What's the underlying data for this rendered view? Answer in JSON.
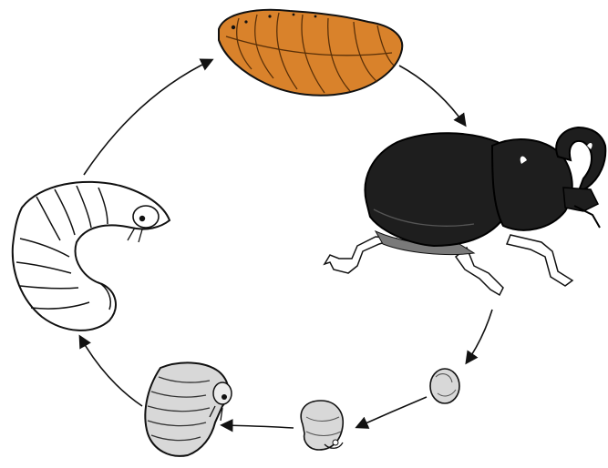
{
  "diagram": {
    "kind": "life-cycle",
    "stages": [
      {
        "id": "pupa",
        "icon": "pupa-icon"
      },
      {
        "id": "adult-beetle",
        "icon": "rhinoceros-beetle-icon"
      },
      {
        "id": "egg",
        "icon": "egg-icon"
      },
      {
        "id": "young-larva",
        "icon": "young-larva-icon"
      },
      {
        "id": "larva",
        "icon": "larva-icon"
      },
      {
        "id": "mature-larva",
        "icon": "mature-larva-icon"
      }
    ],
    "colors": {
      "pupa": "#d9822b",
      "beetle": "#1e1e1e",
      "larva-fill": "#d8d8d8",
      "outline": "#111111",
      "background": "#ffffff"
    }
  }
}
